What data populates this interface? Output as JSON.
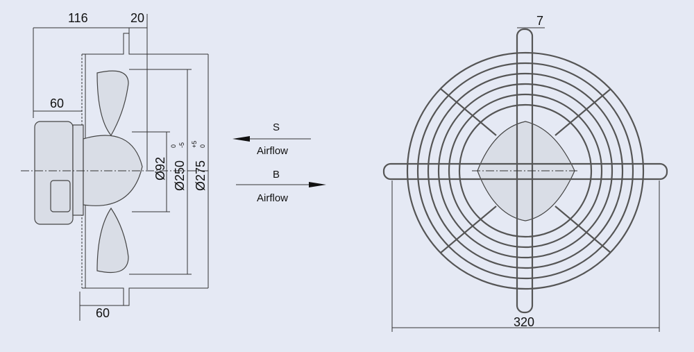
{
  "side_view": {
    "dim_116": "116",
    "dim_20": "20",
    "dim_60_top": "60",
    "dim_60_bottom": "60",
    "dia_92": "Ø92",
    "dia_250": "Ø250",
    "dia_250_tol_upper": "0",
    "dia_250_tol_lower": "-5",
    "dia_275": "Ø275",
    "dia_275_tol_upper": "+5",
    "dia_275_tol_lower": "0"
  },
  "airflow": {
    "s_label": "S",
    "s_text": "Airflow",
    "b_label": "B",
    "b_text": "Airflow"
  },
  "front_view": {
    "dim_7": "7",
    "dim_320": "320"
  }
}
